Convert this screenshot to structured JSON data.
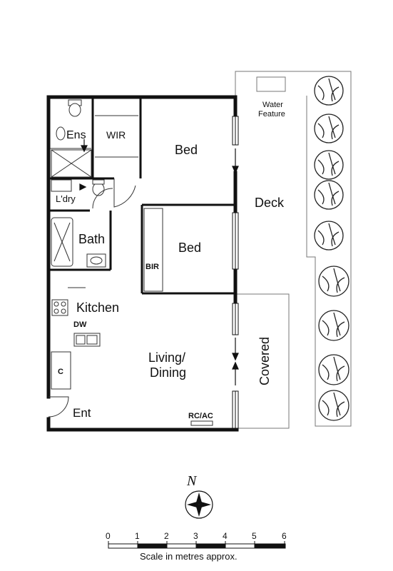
{
  "rooms": {
    "ens": "Ens",
    "wir": "WIR",
    "bed1": "Bed",
    "bed2": "Bed",
    "laundry": "L'dry",
    "bath": "Bath",
    "bir": "BIR",
    "kitchen": "Kitchen",
    "dw": "DW",
    "living_line1": "Living/",
    "living_line2": "Dining",
    "cupboard": "C",
    "entry": "Ent",
    "rcac": "RC/AC",
    "deck": "Deck",
    "covered": "Covered",
    "water_line1": "Water",
    "water_line2": "Feature"
  },
  "compass": {
    "north": "N"
  },
  "scale": {
    "ticks": [
      "0",
      "1",
      "2",
      "3",
      "4",
      "5",
      "6"
    ],
    "caption": "Scale in metres approx."
  }
}
